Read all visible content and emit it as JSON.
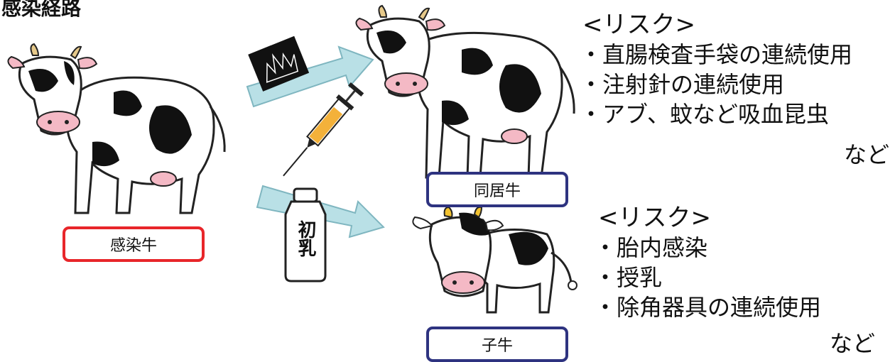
{
  "title": "感染経路",
  "labels": {
    "infected": "感染牛",
    "cohabiting": "同居牛",
    "calf": "子牛"
  },
  "colostrum_text": "初乳",
  "risk_top": {
    "heading": "<リスク>",
    "items": [
      "・直腸検査手袋の連続使用",
      "・注射針の連続使用",
      "・アブ、蚊など吸血昆虫"
    ],
    "etc": "など"
  },
  "risk_bottom": {
    "heading": "<リスク>",
    "items": [
      "・胎内感染",
      "・授乳",
      "・除角器具の連続使用"
    ],
    "etc": "など"
  },
  "colors": {
    "infected_border": "#e8262a",
    "label_border": "#2e3380",
    "arrow_fill": "#b9e0e6",
    "arrow_stroke": "#7fb6c0"
  }
}
